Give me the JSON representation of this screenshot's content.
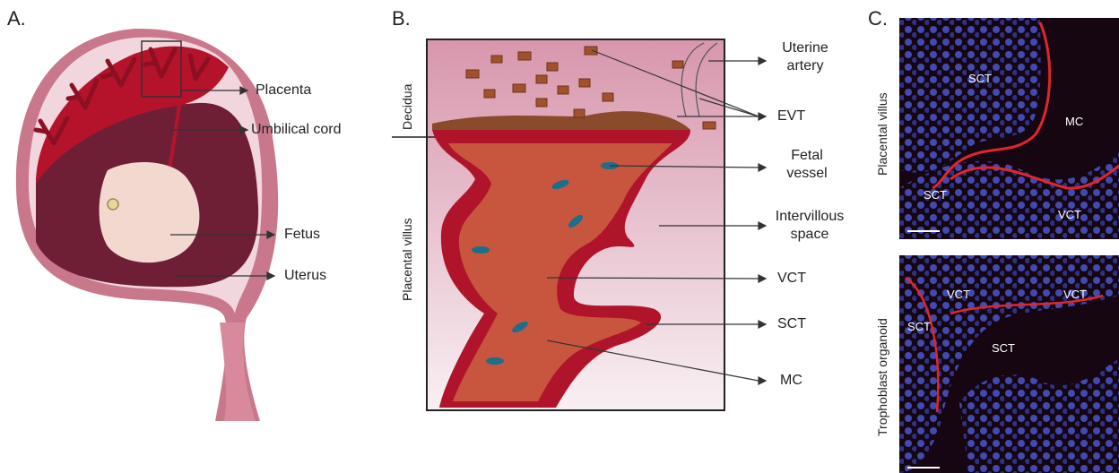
{
  "panels": {
    "a": {
      "letter": "A.",
      "labels": {
        "placenta": "Placenta",
        "umbilical_cord": "Umbilical cord",
        "fetus": "Fetus",
        "uterus": "Uterus"
      }
    },
    "b": {
      "letter": "B.",
      "side_labels": {
        "decidua": "Decidua",
        "placental_villus": "Placental villus"
      },
      "labels": {
        "uterine_artery_1": "Uterine",
        "uterine_artery_2": "artery",
        "evt": "EVT",
        "fetal_vessel_1": "Fetal",
        "fetal_vessel_2": "vessel",
        "intervillous_1": "Intervillous",
        "intervillous_2": "space",
        "vct": "VCT",
        "sct": "SCT",
        "mc": "MC"
      }
    },
    "c": {
      "letter": "C.",
      "top": {
        "side_label": "Placental villus",
        "labels": {
          "sct1": "SCT",
          "mc": "MC",
          "sct2": "SCT",
          "vct": "VCT"
        }
      },
      "bottom": {
        "side_label": "Trophoblast organoid",
        "labels": {
          "vct1": "VCT",
          "vct2": "VCT",
          "sct1": "SCT",
          "sct2": "SCT"
        }
      }
    }
  },
  "colors": {
    "uterus_outer": "#c9788b",
    "uterus_inner": "#f2d6dd",
    "amniotic": "#6e1f36",
    "placenta": "#b5132b",
    "fetus": "#f3d8d0",
    "villus": "#c8553d",
    "sct": "#b0142b",
    "micro_bg": "#150612",
    "nuclei": "#4e5bd8",
    "membrane": "#e0262c"
  }
}
